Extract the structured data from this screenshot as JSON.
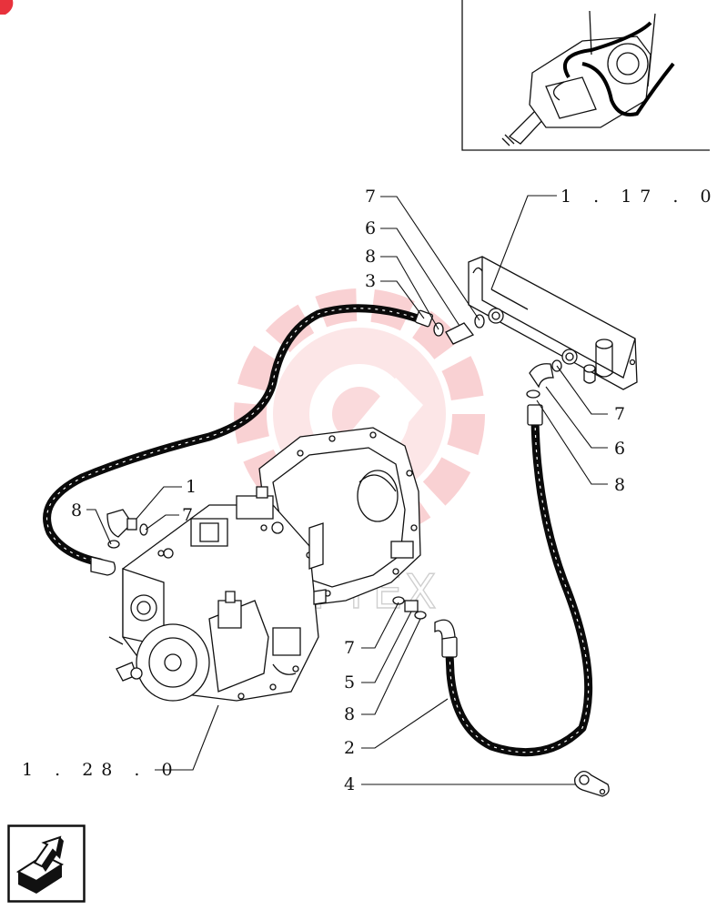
{
  "watermark": {
    "text": "IMPTEX",
    "color": "#e8323c"
  },
  "inset": {
    "description_icon": "tractor-transmission-overview"
  },
  "references": {
    "upper_ref": "1 . 17 . 0",
    "lower_ref": "1 . 28 . 0"
  },
  "callouts": {
    "c7_top": "7",
    "c6_top": "6",
    "c8_top": "8",
    "c3": "3",
    "c7_right": "7",
    "c6_right": "6",
    "c8_right": "8",
    "c1": "1",
    "c8_left": "8",
    "c7_left": "7",
    "c7_mid": "7",
    "c5": "5",
    "c8_mid": "8",
    "c2": "2",
    "c4": "4"
  },
  "navigation": {
    "icon": "arrow-next-page-icon"
  }
}
